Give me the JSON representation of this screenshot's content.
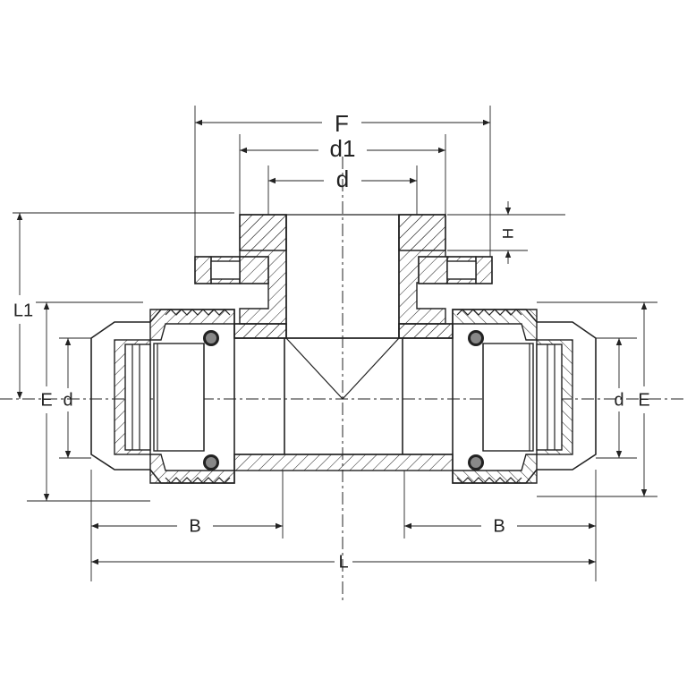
{
  "drawing": {
    "labels": {
      "F": "F",
      "d1": "d1",
      "d_top": "d",
      "H": "H",
      "L1": "L1",
      "E_left": "E",
      "d_left": "d",
      "d_right": "d",
      "E_right": "E",
      "B_left": "B",
      "B_right": "B",
      "L": "L"
    },
    "colors": {
      "ink": "#222222",
      "background": "#ffffff"
    }
  }
}
